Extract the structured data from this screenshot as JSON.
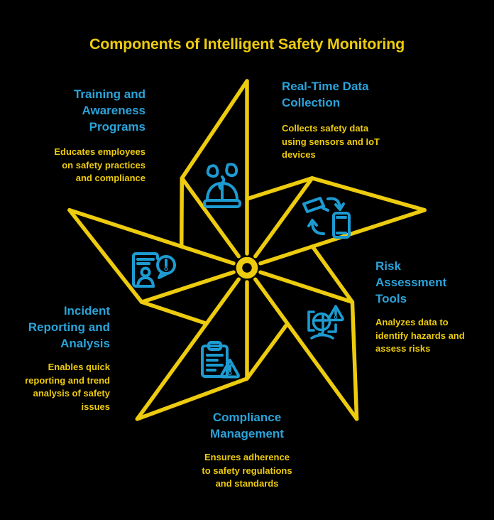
{
  "title": "Components of Intelligent Safety Monitoring",
  "colors": {
    "yellow": "#EDCB0E",
    "blue": "#2BA3D9",
    "icon-blue": "#1D9BD1",
    "bg": "#000000"
  },
  "sections": [
    {
      "id": "training",
      "title": "Training and\nAwareness\nPrograms",
      "description": "Educates employees\non safety practices\nand compliance",
      "icon": "hard-hat-icon"
    },
    {
      "id": "realtime",
      "title": "Real-Time Data\nCollection",
      "description": "Collects safety data\nusing sensors and IoT\ndevices",
      "icon": "device-sync-icon"
    },
    {
      "id": "risk",
      "title": "Risk\nAssessment\nTools",
      "description": "Analyzes data to\nidentify hazards and\nassess risks",
      "icon": "hazard-scan-icon"
    },
    {
      "id": "compliance",
      "title": "Compliance\nManagement",
      "description": "Ensures adherence\nto safety regulations\nand standards",
      "icon": "clipboard-warning-icon"
    },
    {
      "id": "incident",
      "title": "Incident\nReporting and\nAnalysis",
      "description": "Enables quick\nreporting and trend\nanalysis of safety\nissues",
      "icon": "incident-report-icon"
    }
  ]
}
